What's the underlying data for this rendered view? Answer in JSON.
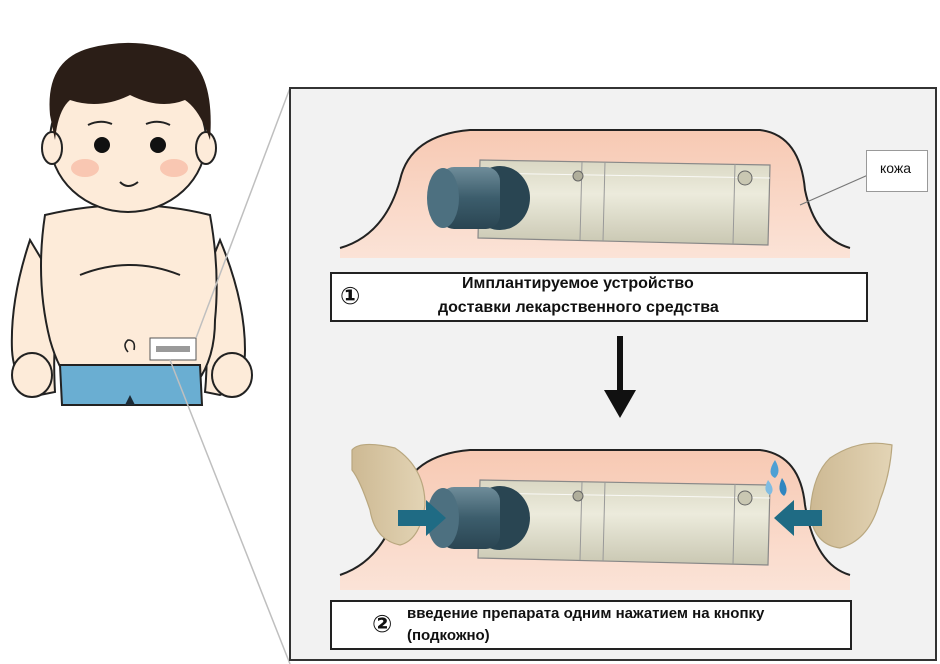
{
  "callout": {
    "skin_label": "кожа"
  },
  "steps": [
    {
      "number": "①",
      "line1": "Имплантируемое устройство",
      "line2": "доставки лекарственного средства"
    },
    {
      "number": "②",
      "line1": "введение препарата одним нажатием на кнопку",
      "line2": "(подкожно)"
    }
  ],
  "colors": {
    "panel_bg": "#f2f2f2",
    "skin_pink": "#f6c9b6",
    "device_body": "#e6e4d3",
    "cap_blue": "#3f6272",
    "push_arrow": "#1f6b84",
    "finger": "#d9c9a7",
    "shorts": "#6aaed2",
    "hair": "#2b1e17"
  },
  "icons": [
    "down-arrow-icon",
    "push-arrow-left-icon",
    "push-arrow-right-icon",
    "fluid-drop-icon",
    "implant-indicator-icon"
  ]
}
